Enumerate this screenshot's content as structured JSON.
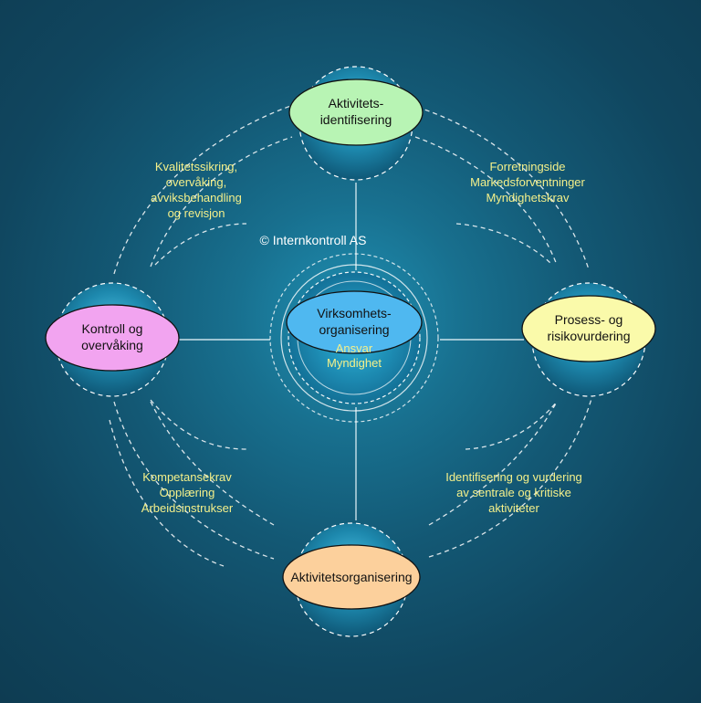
{
  "copyright": "© Internkontroll AS",
  "center": {
    "title_lines": [
      "Virksomhets-",
      "organisering"
    ],
    "sub_lines": [
      "Ansvar",
      "Myndighet"
    ],
    "fill": "#4fb8f0"
  },
  "nodes": {
    "top": {
      "lines": [
        "Aktivitets-",
        "identifisering"
      ],
      "fill": "#b8f4b4"
    },
    "right": {
      "lines": [
        "Prosess- og",
        "risikovurdering"
      ],
      "fill": "#fafaaa"
    },
    "bottom": {
      "lines": [
        "Aktivitetsorganisering"
      ],
      "fill": "#fcd09c"
    },
    "left": {
      "lines": [
        "Kontroll og",
        "overvåking"
      ],
      "fill": "#f2a4f0"
    }
  },
  "notes": {
    "top_left": [
      "Kvalitetssikring,",
      "overvåking,",
      "avviksbehandling",
      "og revisjon"
    ],
    "top_right": [
      "Forretningside",
      "Markedsforventninger",
      "Myndighetskrav"
    ],
    "bottom_left": [
      "Kompetansekrav",
      "Opplæring",
      "Arbeidsinstrukser"
    ],
    "bottom_right": [
      "Identifisering og vurdering",
      "av sentrale og kritiske",
      "aktiviteter"
    ]
  },
  "colors": {
    "text_note": "#f4f08a",
    "stroke": "#ffffff"
  }
}
